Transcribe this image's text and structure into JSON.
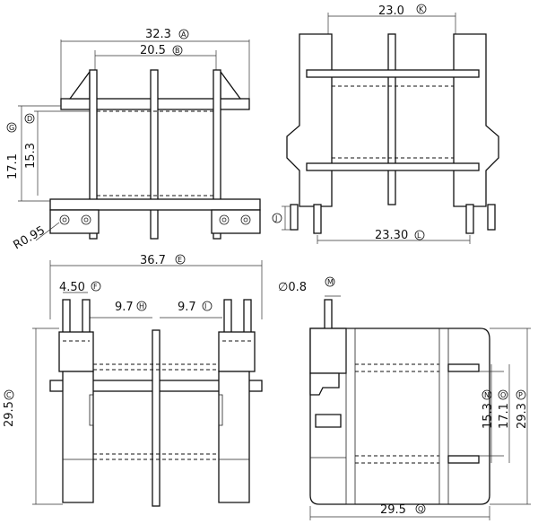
{
  "dimensions": {
    "A": {
      "value": "32.3",
      "tag": "A"
    },
    "B": {
      "value": "20.5",
      "tag": "B"
    },
    "G": {
      "value": "17.1",
      "tag": "G"
    },
    "D": {
      "value": "15.3",
      "tag": "D"
    },
    "R": {
      "value": "R0.95"
    },
    "K": {
      "value": "23.0",
      "tag": "K"
    },
    "J": {
      "tag": "J"
    },
    "L": {
      "value": "23.30",
      "tag": "L"
    },
    "E": {
      "value": "36.7",
      "tag": "E"
    },
    "F": {
      "value": "4.50",
      "tag": "F"
    },
    "H": {
      "value": "9.7",
      "tag": "H"
    },
    "I": {
      "value": "9.7",
      "tag": "I"
    },
    "C": {
      "value": "29.5",
      "tag": "C"
    },
    "M": {
      "value": "∅0.8",
      "tag": "M"
    },
    "N": {
      "value": "15.3",
      "tag": "N"
    },
    "O": {
      "value": "17.1",
      "tag": "O"
    },
    "P": {
      "value": "29.3",
      "tag": "P"
    },
    "Q": {
      "value": "29.5",
      "tag": "Q"
    }
  }
}
